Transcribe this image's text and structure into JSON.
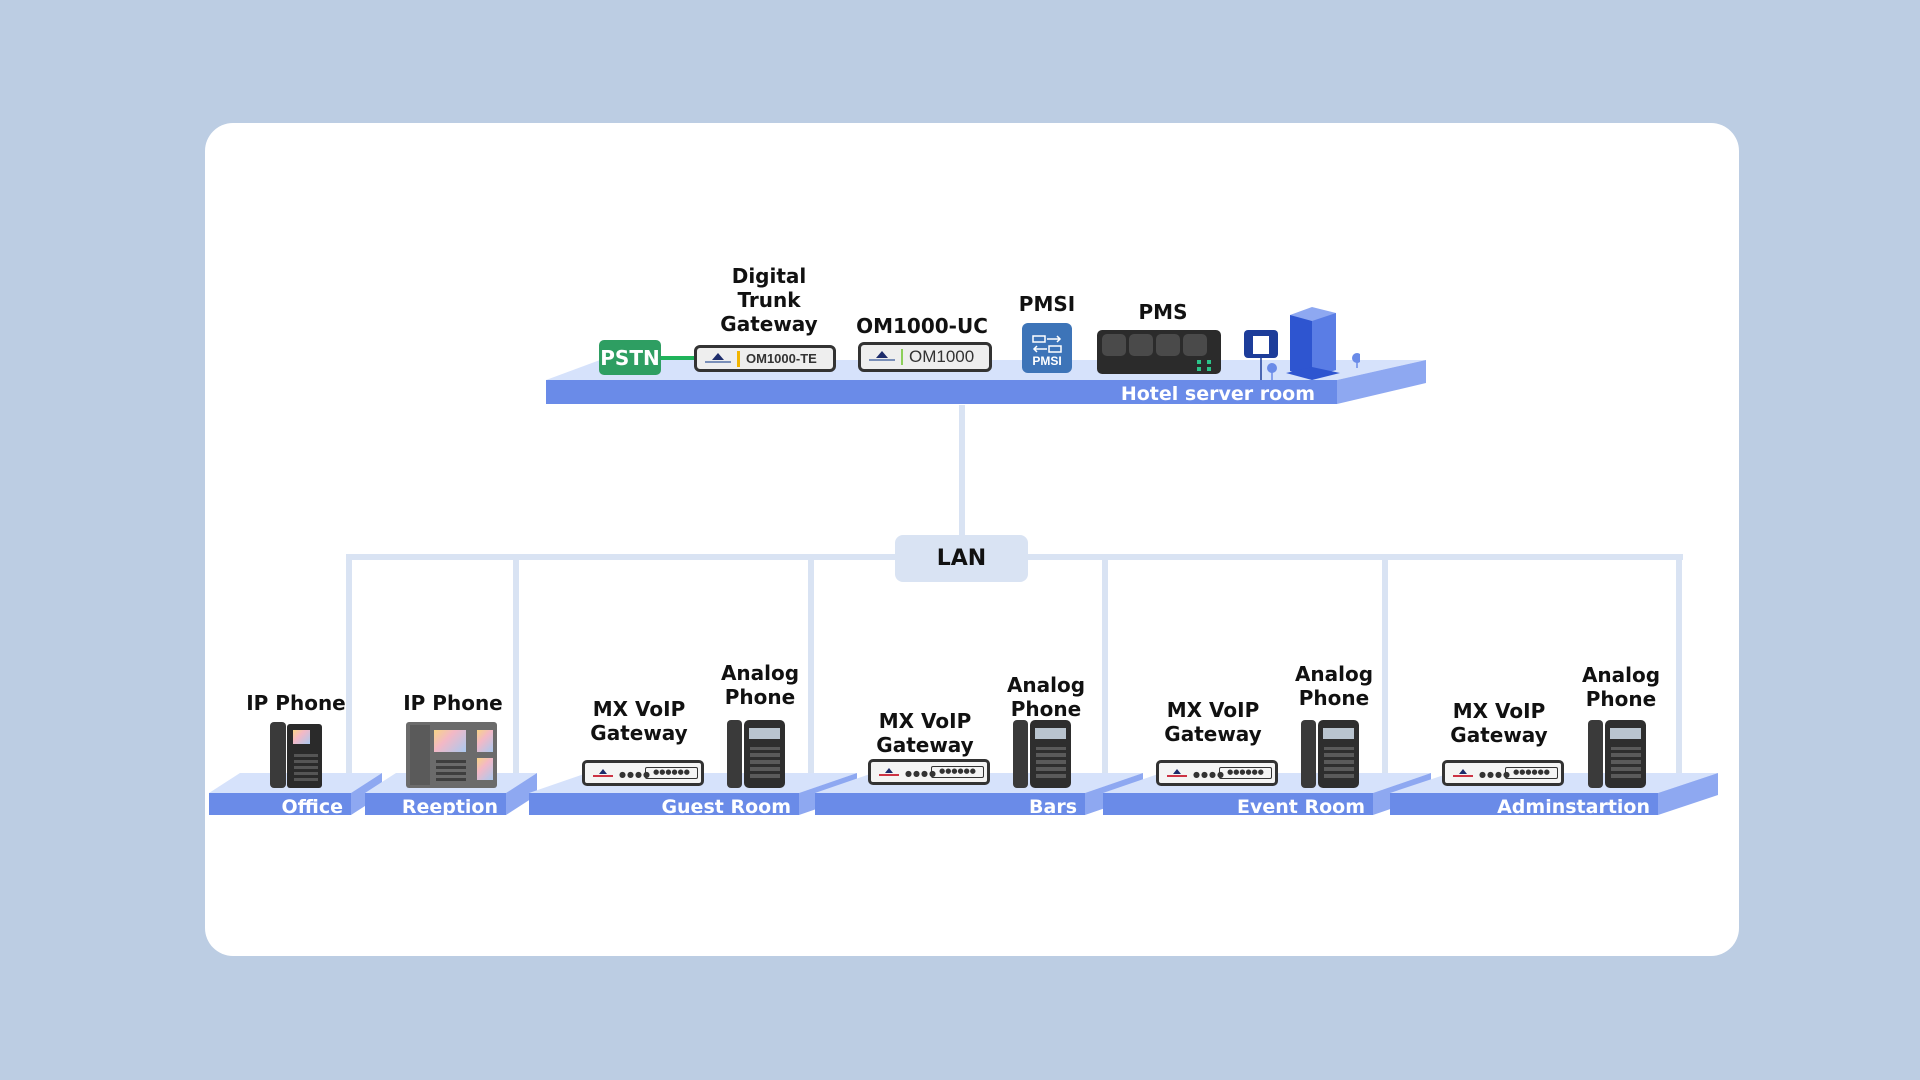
{
  "diagram": {
    "colors": {
      "background": "#bccde3",
      "card": "#ffffff",
      "platform_front": "#6a8be8",
      "platform_top": "#d6e2fb",
      "platform_side": "#8ea8f1",
      "lan_line": "#d9e3f3",
      "pstn": "#2e9e62",
      "pmsi": "#3d74b8"
    },
    "server_room": {
      "label": "Hotel server room",
      "devices": [
        {
          "id": "pstn",
          "label": "PSTN",
          "icon": "pstn-badge"
        },
        {
          "id": "digital-trunk-gateway",
          "label": "Digital\nTrunk\nGateway",
          "device_text": "OM1000-TE",
          "icon": "rack-gateway"
        },
        {
          "id": "om1000-uc",
          "label": "OM1000-UC",
          "device_text": "OM1000",
          "icon": "rack-server"
        },
        {
          "id": "pmsi",
          "label": "PMSI",
          "device_text": "PMSI",
          "icon": "pmsi-exchange-icon"
        },
        {
          "id": "pms",
          "label": "PMS",
          "icon": "pms-server-icon"
        },
        {
          "id": "hotel",
          "icon": "hotel-building-icon"
        }
      ]
    },
    "lan": {
      "label": "LAN"
    },
    "rooms": [
      {
        "name": "Office",
        "devices": [
          {
            "label": "IP Phone",
            "icon": "ip-phone-icon"
          }
        ]
      },
      {
        "name": "Reeption",
        "devices": [
          {
            "label": "IP Phone",
            "icon": "ip-phone-expansion-icon"
          }
        ]
      },
      {
        "name": "Guest Room",
        "devices": [
          {
            "label": "MX VoIP\nGateway",
            "icon": "voip-gateway-icon"
          },
          {
            "label": "Analog\nPhone",
            "icon": "analog-phone-icon"
          }
        ]
      },
      {
        "name": "Bars",
        "devices": [
          {
            "label": "MX VoIP\nGateway",
            "icon": "voip-gateway-icon"
          },
          {
            "label": "Analog\nPhone",
            "icon": "analog-phone-icon"
          }
        ]
      },
      {
        "name": "Event Room",
        "devices": [
          {
            "label": "MX VoIP\nGateway",
            "icon": "voip-gateway-icon"
          },
          {
            "label": "Analog\nPhone",
            "icon": "analog-phone-icon"
          }
        ]
      },
      {
        "name": "Adminstartion",
        "devices": [
          {
            "label": "MX VoIP\nGateway",
            "icon": "voip-gateway-icon"
          },
          {
            "label": "Analog\nPhone",
            "icon": "analog-phone-icon"
          }
        ]
      }
    ]
  }
}
